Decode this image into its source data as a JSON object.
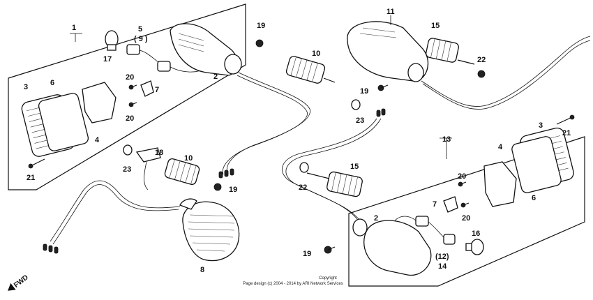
{
  "callouts": {
    "n1": "1",
    "n2a": "2",
    "n3a": "3",
    "n4a": "4",
    "n5": "5",
    "n9": "( 9 )",
    "n6": "6",
    "n7a": "7",
    "n8": "8",
    "n10a": "10",
    "n10b": "10",
    "n17": "17",
    "n18": "18",
    "n19a": "19",
    "n19b": "19",
    "n19c": "19",
    "n19d": "19",
    "n20a": "20",
    "n20b": "20",
    "n20c": "20",
    "n20d": "20",
    "n21a": "21",
    "n21b": "21",
    "n23a": "23",
    "n23b": "23",
    "n11": "11",
    "n15a": "15",
    "n15b": "15",
    "n22a": "22",
    "n22b": "22",
    "n13": "13",
    "n2b": "2",
    "n3b": "3",
    "n4b": "4",
    "n6b": "6",
    "n7b": "7",
    "n12": "(12)",
    "n14": "14",
    "n16": "16"
  },
  "fwd": "FWD",
  "copyright": {
    "line1": "Copyright",
    "line2": "Page design (c) 2004 - 2014 by ARI Network Services"
  }
}
